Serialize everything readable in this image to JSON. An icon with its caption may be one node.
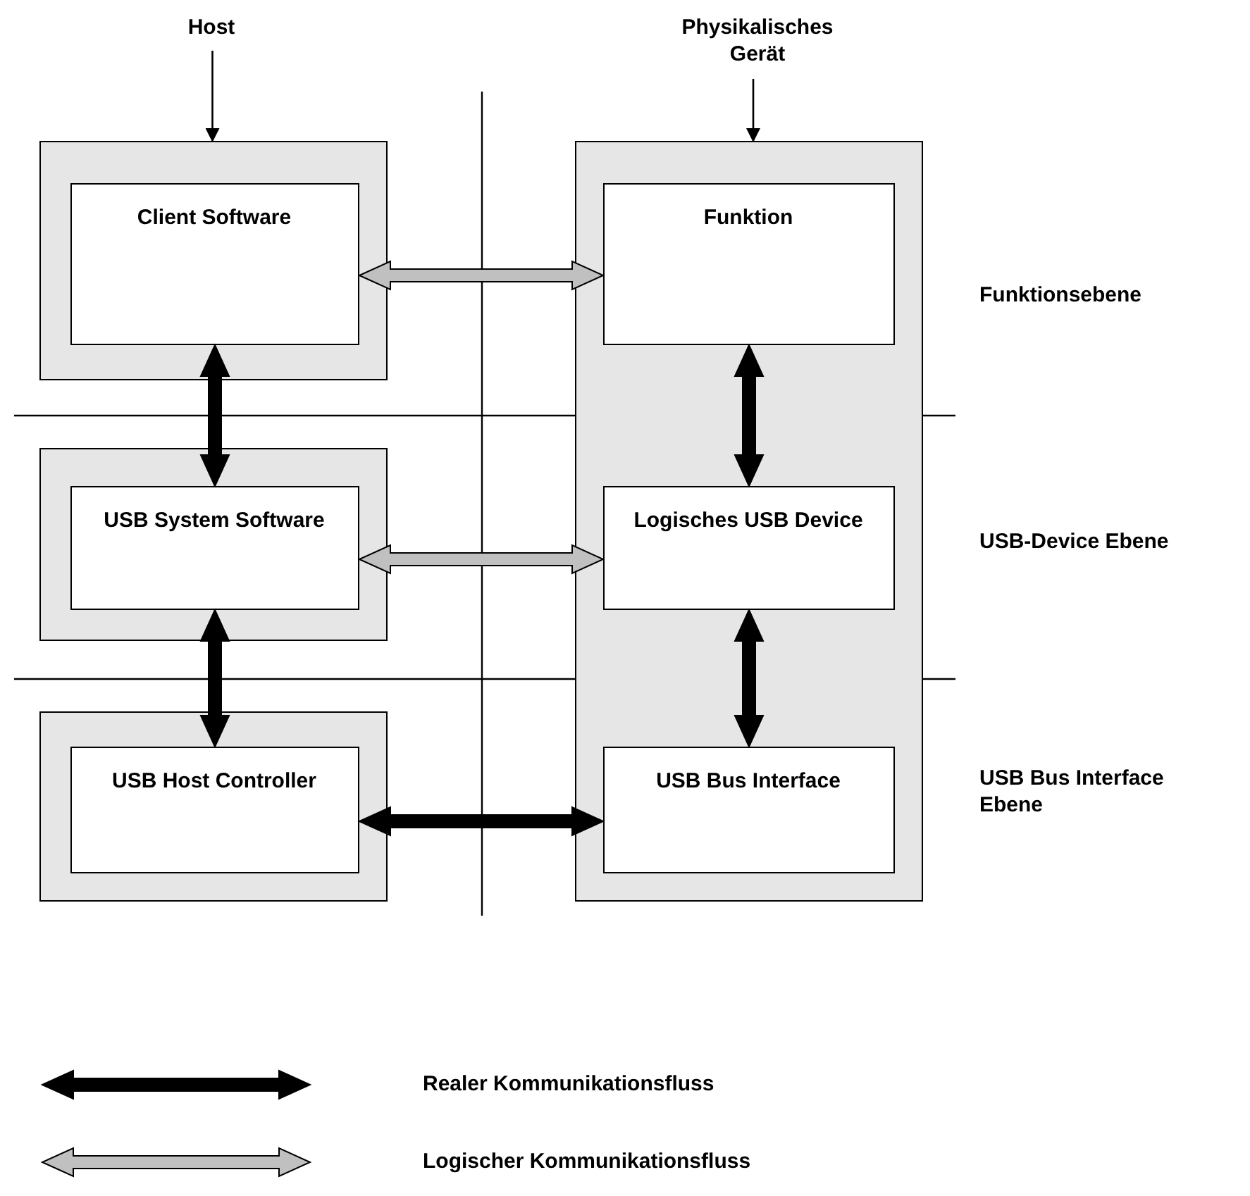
{
  "diagram": {
    "nodes": [
      {
        "text": [
          "Host"
        ]
      },
      {
        "text": [
          "Physikalisches Gerät"
        ]
      },
      {
        "text": [],
        "shape": "box"
      },
      {
        "text": [
          "Client Software"
        ],
        "in": 2
      },
      {
        "text": [],
        "shape": "box"
      },
      {
        "text": [
          "USB System Software"
        ],
        "in": 4
      },
      {
        "text": [],
        "shape": "box"
      },
      {
        "text": [
          "USB Host Controller"
        ],
        "in": 6
      },
      {
        "text": [],
        "shape": "box"
      },
      {
        "text": [
          "Funktion"
        ],
        "in": 8
      },
      {
        "text": [
          "Logisches USB Device"
        ],
        "in": 8
      },
      {
        "text": [
          "USB Bus Interface"
        ],
        "in": 8
      }
    ],
    "edges": [
      {
        "from": 0,
        "to": 2,
        "arrow": "to"
      },
      {
        "from": 1,
        "to": 8,
        "arrow": "to"
      },
      {
        "from": 3,
        "to": 9,
        "arrow": "both",
        "style": "thick",
        "color": "#c0c0c0"
      },
      {
        "from": 3,
        "to": 5,
        "arrow": "both",
        "style": "thick"
      },
      {
        "from": 5,
        "to": 7,
        "arrow": "both",
        "style": "thick"
      },
      {
        "from": 9,
        "to": 10,
        "arrow": "both",
        "style": "thick"
      },
      {
        "from": 10,
        "to": 11,
        "arrow": "both",
        "style": "thick"
      },
      {
        "from": 5,
        "to": 10,
        "arrow": "both",
        "style": "thick",
        "color": "#c0c0c0"
      },
      {
        "from": 7,
        "to": 11,
        "arrow": "both",
        "style": "thick"
      }
    ],
    "labels": [
      "Funktionsebene",
      "USB-Device Ebene",
      "USB Bus Interface Ebene"
    ],
    "legend": [
      {
        "text": "Realer Kommunikationsfluss"
      },
      {
        "text": "Logischer Kommunikationsfluss"
      }
    ]
  }
}
